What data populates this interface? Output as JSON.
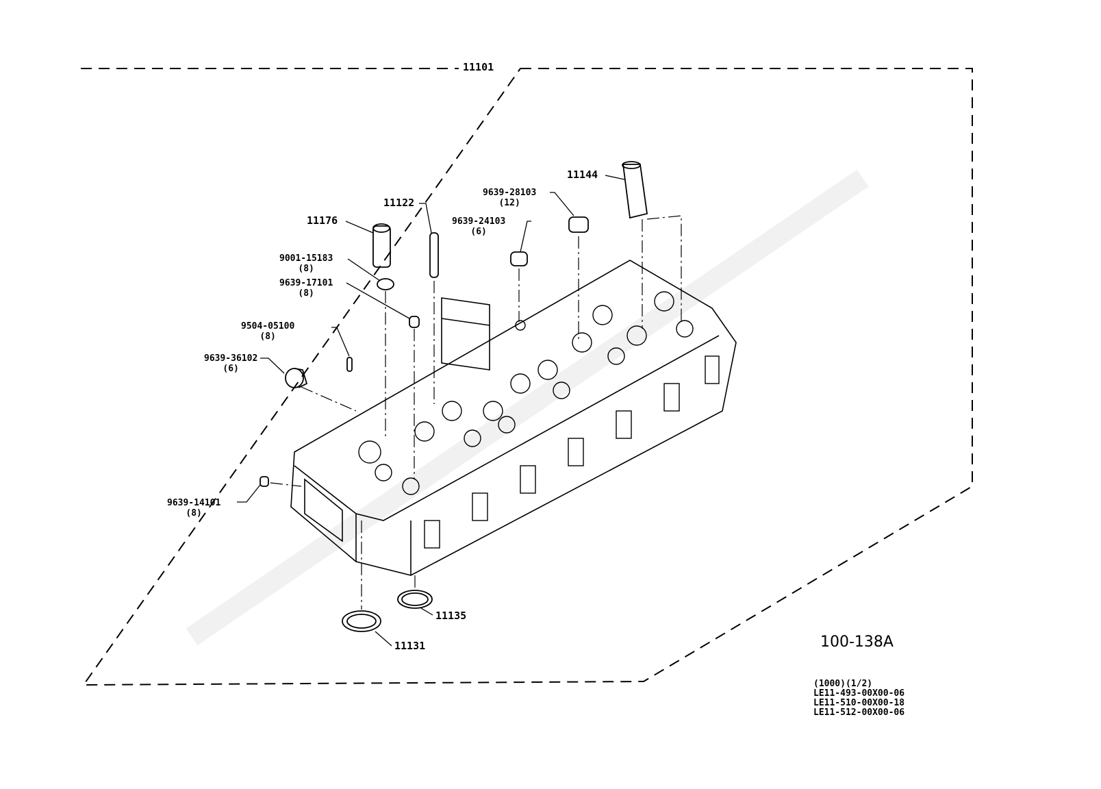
{
  "assembly_label": "11101",
  "parts": [
    {
      "id": "11176",
      "qty": ""
    },
    {
      "id": "11122",
      "qty": ""
    },
    {
      "id": "9639-28103",
      "qty": "(12)"
    },
    {
      "id": "9639-24103",
      "qty": "(6)"
    },
    {
      "id": "11144",
      "qty": ""
    },
    {
      "id": "9001-15183",
      "qty": "(8)"
    },
    {
      "id": "9639-17101",
      "qty": "(8)"
    },
    {
      "id": "9504-05100",
      "qty": "(8)"
    },
    {
      "id": "9639-36102",
      "qty": "(6)"
    },
    {
      "id": "9639-14101",
      "qty": "(8)"
    },
    {
      "id": "11135",
      "qty": ""
    },
    {
      "id": "11131",
      "qty": ""
    }
  ],
  "figure_code": "100-138A",
  "footer": {
    "line1": "(1000)(1/2)",
    "line2": "LE11-493-00X00-06",
    "line3": "LE11-510-00X00-18",
    "line4": "LE11-512-00X00-06"
  }
}
